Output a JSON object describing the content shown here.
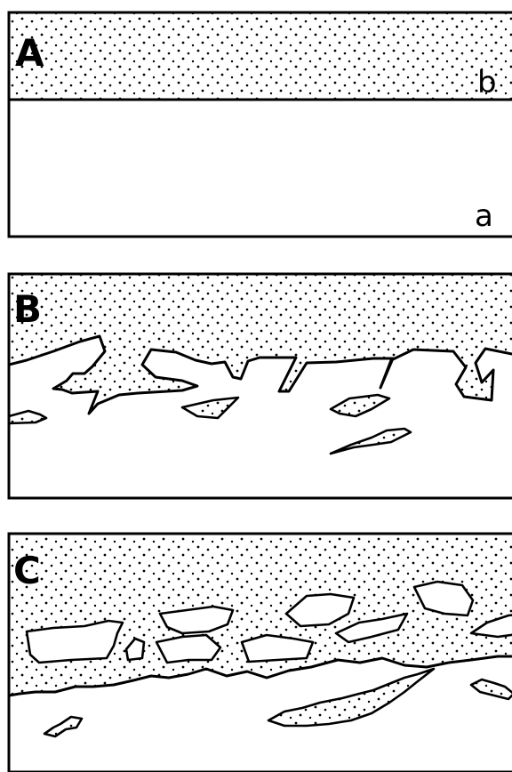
{
  "panels": [
    {
      "letter": "A",
      "upper_label": "b",
      "lower_label": "a"
    },
    {
      "letter": "B"
    },
    {
      "letter": "C"
    }
  ],
  "colors": {
    "ink": "#000000",
    "paper": "#ffffff"
  }
}
